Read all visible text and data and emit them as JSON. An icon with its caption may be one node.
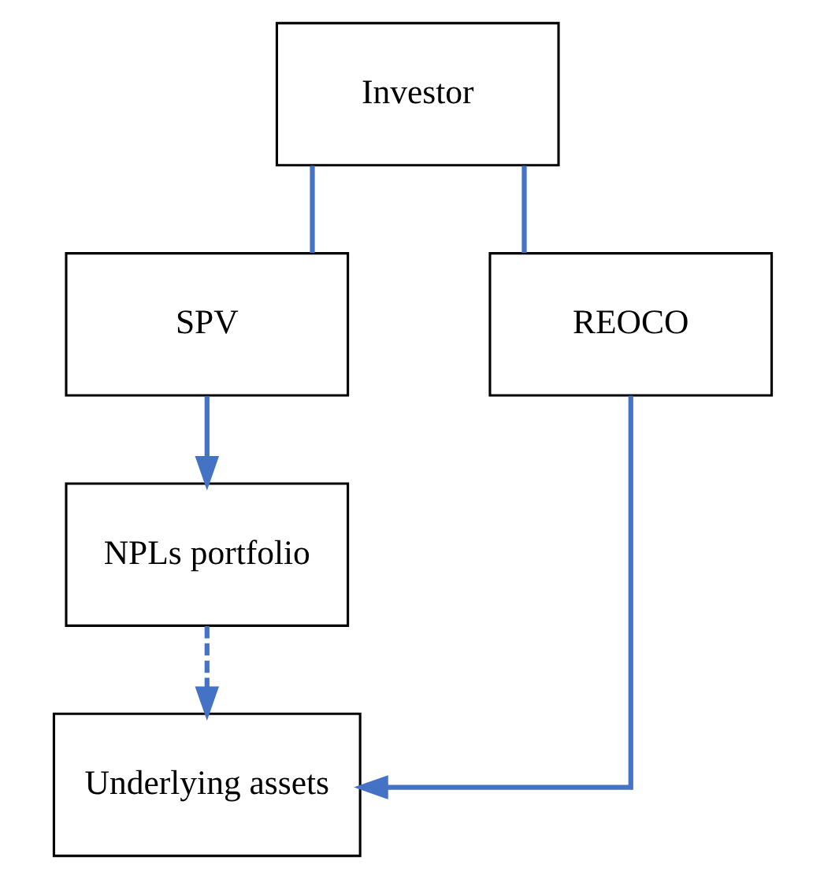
{
  "diagram": {
    "nodes": [
      {
        "text": [
          "Investor"
        ]
      },
      {
        "text": [
          "SPV"
        ]
      },
      {
        "text": [
          "REOCO"
        ]
      },
      {
        "text": [
          "NPLs portfolio"
        ]
      },
      {
        "text": [
          "Underlying assets"
        ]
      }
    ],
    "edges": [
      {
        "from": 0,
        "to": 1,
        "arrow": "none",
        "color": "#4472c4"
      },
      {
        "from": 0,
        "to": 2,
        "arrow": "none",
        "color": "#4472c4"
      },
      {
        "from": 1,
        "to": 3,
        "arrow": "to",
        "color": "#4472c4"
      },
      {
        "from": 3,
        "to": 4,
        "arrow": "to",
        "style": "dashed",
        "color": "#4472c4"
      },
      {
        "from": 2,
        "to": 4,
        "arrow": "to",
        "color": "#4472c4"
      }
    ]
  }
}
